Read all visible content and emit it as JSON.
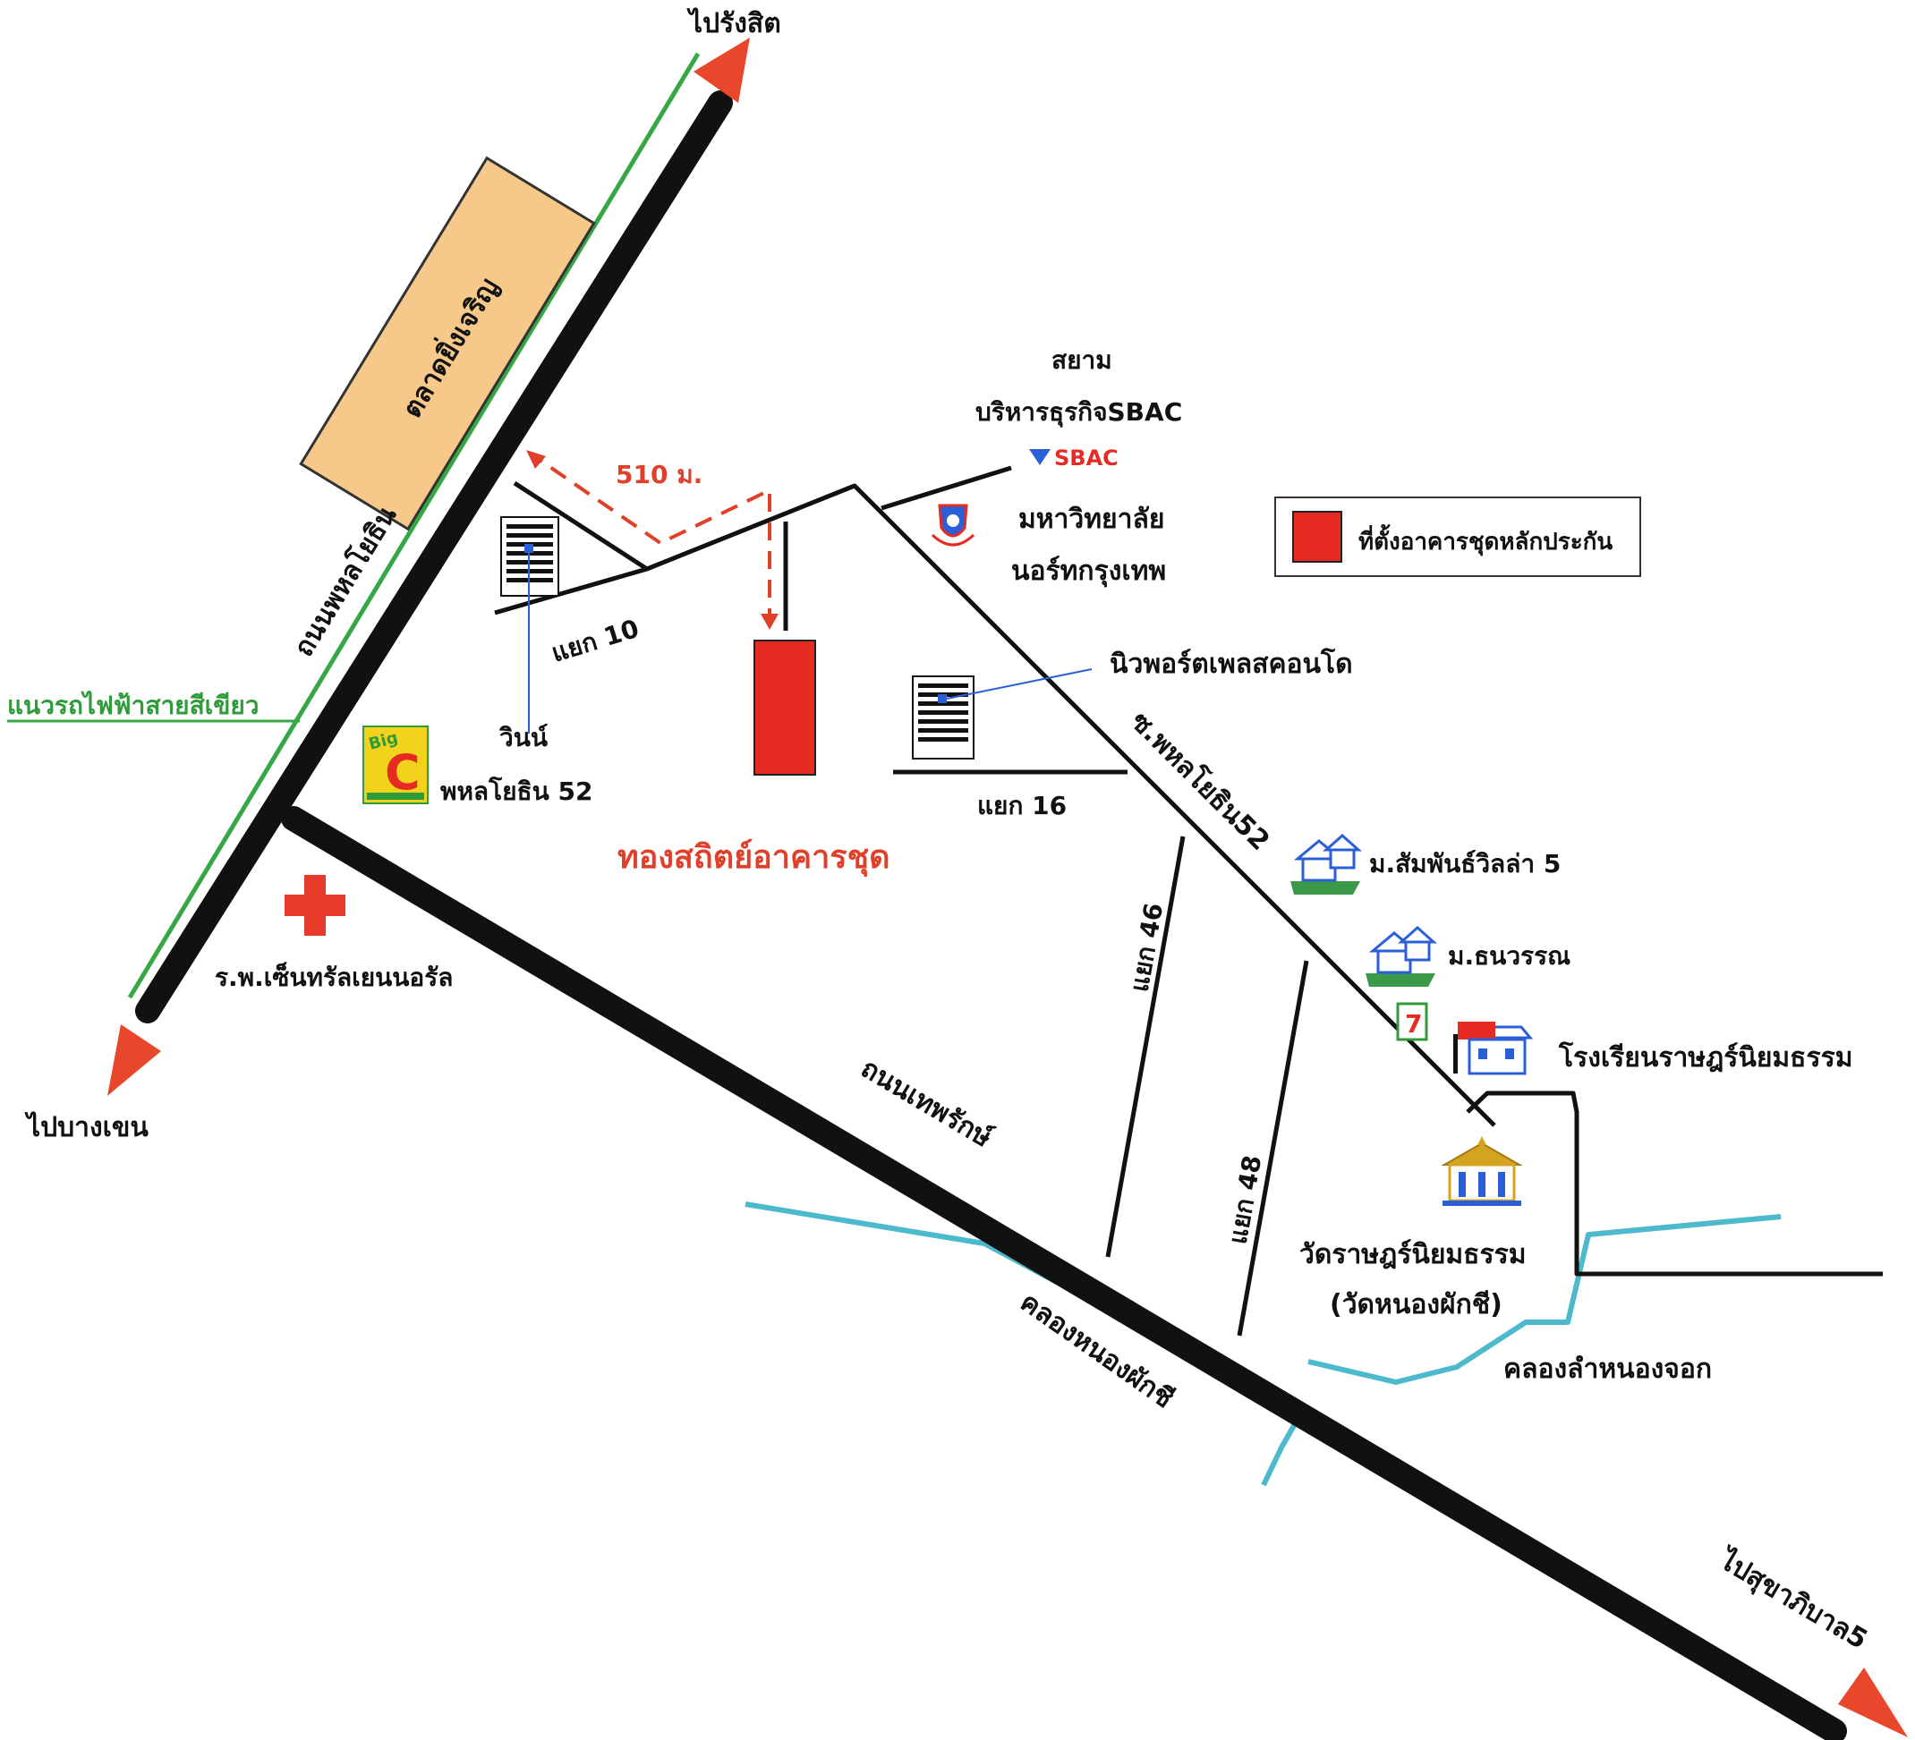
{
  "labels": {
    "to_rangsit": "ไปรังสิต",
    "to_bangkhen": "ไปบางเขน",
    "to_sukhaphiban5": "ไปสุขาภิบาล5",
    "phahon_road": "ถนนพหลโยธิน",
    "green_line": "แนวรถไฟฟ้าสายสีเขียว",
    "market": "ตลาดยิ่งเจริญ",
    "distance": "510 ม.",
    "soi10": "แยก 10",
    "win_name": "วินน์",
    "win_sub": "พหลโยธิน 52",
    "siam_line1": "สยาม",
    "siam_line2": "บริหารธุรกิจSBAC",
    "sbac_logo": "SBAC",
    "north_univ_line1": "มหาวิทยาลัย",
    "north_univ_line2": "นอร์ทกรุงเทพ",
    "legend": "ที่ตั้งอาคารชุดหลักประกัน",
    "newport": "นิวพอร์ตเพลสคอนโด",
    "soi16": "แยก 16",
    "soi_phahon52": "ซ.พหลโยธิน52",
    "condo_name": "ทองสถิตย์อาคารชุด",
    "samphan_villa": "ม.สัมพันธ์วิลล่า 5",
    "thanawan": "ม.ธนวรรณ",
    "school": "โรงเรียนราษฎร์นิยมธรรม",
    "soi46": "แยก 46",
    "soi48": "แยก 48",
    "hospital": "ร.พ.เซ็นทรัลเยนนอรัล",
    "thepharak": "ถนนเทพรักษ์",
    "temple_line1": "วัดราษฎร์นิยมธรรม",
    "temple_line2": "(วัดหนองผักชี)",
    "canal_nongphakchi": "คลองหนองผักชี",
    "canal_lamnongjok": "คลองลำหนองจอก",
    "bigc_big": "Big",
    "bigc_c": "C",
    "seven_logo": "7"
  },
  "colors": {
    "road": "#111111",
    "arrow": "#e8472b",
    "green_line": "#35a845",
    "canal": "#4cb9cc",
    "market_fill": "#f6c98a",
    "target_fill": "#e62b22",
    "label_red": "#e0402a",
    "hospital_cross": "#e63b2a",
    "bigc_yellow": "#f2d21a"
  }
}
